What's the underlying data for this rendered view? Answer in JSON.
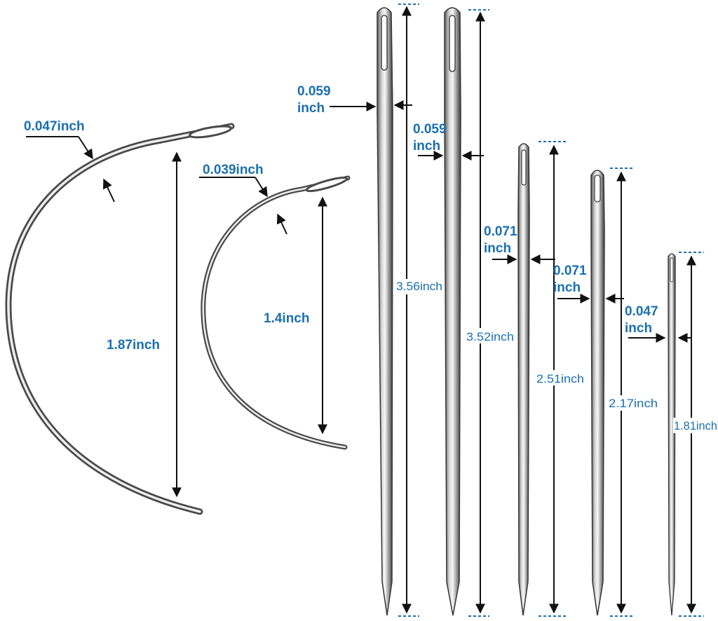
{
  "colors": {
    "label": "#1a6fb0",
    "dimension_line": "#111111",
    "dash": "#1a6fb0",
    "needle_dark": "#4a4a4a",
    "needle_light": "#eeeeee"
  },
  "curved_needles": [
    {
      "thickness_label": "0.047inch",
      "height_label": "1.87inch"
    },
    {
      "thickness_label": "0.039inch",
      "height_label": "1.4inch"
    }
  ],
  "straight_needles": [
    {
      "thickness_label_line1": "0.059",
      "thickness_label_line2": "inch",
      "length_label": "3.56inch"
    },
    {
      "thickness_label_line1": "0.059",
      "thickness_label_line2": "inch",
      "length_label": "3.52inch"
    },
    {
      "thickness_label_line1": "0.071",
      "thickness_label_line2": "inch",
      "length_label": "2.51inch"
    },
    {
      "thickness_label_line1": "0.071",
      "thickness_label_line2": "inch",
      "length_label": "2.17inch"
    },
    {
      "thickness_label_line1": "0.047",
      "thickness_label_line2": "inch",
      "length_label": "1.81inch"
    }
  ]
}
